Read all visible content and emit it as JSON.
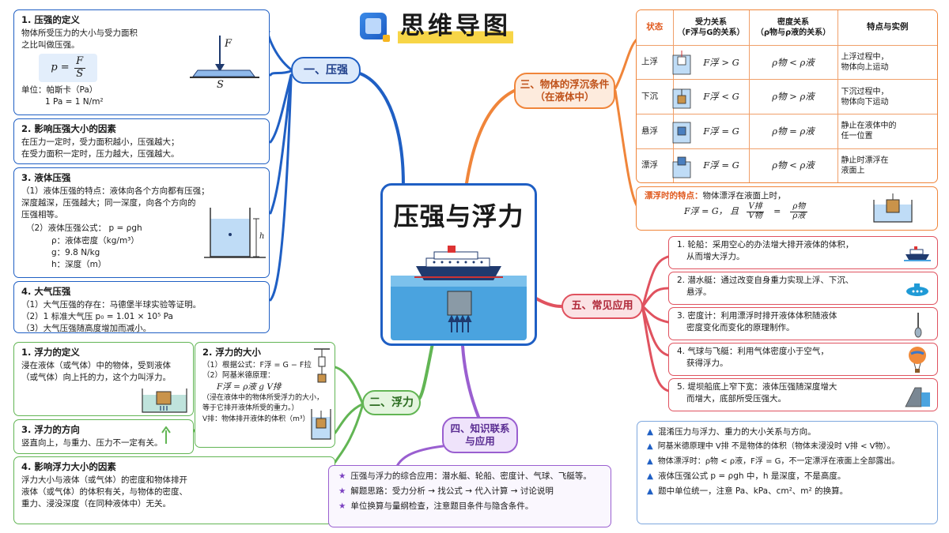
{
  "header": {
    "title": "思维导图"
  },
  "center": {
    "title": "压强与浮力"
  },
  "branches": {
    "b1": "一、压强",
    "b2": "二、浮力",
    "b3": [
      "三、物体的浮沉条件",
      "（在液体中）"
    ],
    "b4": [
      "四、知识联系",
      "与应用"
    ],
    "b5": "五、常见应用"
  },
  "pressure": {
    "def": {
      "title": "1. 压强的定义",
      "text": [
        "物体所受压力的大小与受力面积",
        "之比叫做压强。"
      ],
      "formula_lhs": "p =",
      "formula_num": "F",
      "formula_den": "S",
      "unit": "单位：帕斯卡（Pa）",
      "unit2": "1 Pa = 1 N/m²",
      "label_f": "F",
      "label_s": "S"
    },
    "factors": {
      "title": "2. 影响压强大小的因素",
      "lines": [
        "在压力一定时，受力面积越小，压强越大；",
        "在受力面积一定时，压力越大，压强越大。"
      ]
    },
    "liquid": {
      "title": "3. 液体压强",
      "lines": [
        "（1）液体压强的特点：液体向各个方向都有压强；",
        "深度越深，压强越大；同一深度，向各个方向的",
        "压强相等。"
      ],
      "formula": "（2）液体压强公式： p = ρgh",
      "vars": [
        "ρ：液体密度（kg/m³）",
        "g：9.8 N/kg",
        "h：深度（m）"
      ],
      "label_h": "h"
    },
    "atm": {
      "title": "4. 大气压强",
      "lines": [
        "（1）大气压强的存在：马德堡半球实验等证明。",
        "（2）1 标准大气压 p₀ = 1.01 × 10⁵ Pa",
        "（3）大气压强随高度增加而减小。"
      ]
    }
  },
  "buoyancy": {
    "def": {
      "title": "1. 浮力的定义",
      "lines": [
        "浸在液体（或气体）中的物体，受到液体",
        "（或气体）向上托的力，这个力叫浮力。"
      ]
    },
    "dir": {
      "title": "3. 浮力的方向",
      "lines": [
        "竖直向上，与重力、压力不一定有关。"
      ]
    },
    "size": {
      "title": "2. 浮力的大小",
      "lines": [
        "（1）根据公式：F浮 = G − F拉",
        "（2）阿基米德原理：",
        "F浮 = ρ液 g V排",
        "（浸在液体中的物体所受浮力的大小，",
        "等于它排开液体所受的重力。）",
        "V排：物体排开液体的体积（m³）"
      ]
    },
    "factors": {
      "title": "4. 影响浮力大小的因素",
      "lines": [
        "浮力大小与液体（或气体）的密度和物体排开",
        "液体（或气体）的体积有关，与物体的密度、",
        "重力、浸没深度（在同种液体中）无关。"
      ]
    }
  },
  "float_table": {
    "headers": [
      "状态",
      "受力关系\n（F浮与G的关系）",
      "密度关系\n（ρ物与ρ液的关系）",
      "特点与实例"
    ],
    "rows": [
      {
        "state": "上浮",
        "force": "F浮  >  G",
        "density": "ρ物  <  ρ液",
        "note": "上浮过程中，\n物体向上运动"
      },
      {
        "state": "下沉",
        "force": "F浮  <  G",
        "density": "ρ物  >  ρ液",
        "note": "下沉过程中，\n物体向下运动"
      },
      {
        "state": "悬浮",
        "force": "F浮  =  G",
        "density": "ρ物  =  ρ液",
        "note": "静止在液体中的\n任一位置"
      },
      {
        "state": "漂浮",
        "force": "F浮  =  G",
        "density": "ρ物  <  ρ液",
        "note": "静止时漂浮在\n液面上"
      }
    ],
    "floating": {
      "title": "漂浮时的特点：",
      "text": "物体漂浮在液面上时，",
      "formula": "F浮 = G， 且",
      "frac1_num": "V排",
      "frac1_den": "V物",
      "eq": "=",
      "frac2_num": "ρ物",
      "frac2_den": "ρ液"
    }
  },
  "apps": [
    {
      "lines": [
        "1. 轮船：采用空心的办法增大排开液体的体积，",
        "从而增大浮力。"
      ],
      "icon": "ship-icon"
    },
    {
      "lines": [
        "2. 潜水艇：通过改变自身重力实现上浮、下沉、",
        "悬浮。"
      ],
      "icon": "submarine-icon"
    },
    {
      "lines": [
        "3. 密度计：利用漂浮时排开液体体积随液体",
        "密度变化而变化的原理制作。"
      ],
      "icon": "hydrometer-icon"
    },
    {
      "lines": [
        "4. 气球与飞艇：利用气体密度小于空气，",
        "获得浮力。"
      ],
      "icon": "balloon-icon"
    },
    {
      "lines": [
        "5. 堤坝船底上窄下宽：液体压强随深度增大",
        "而增大，底部所受压强大。"
      ],
      "icon": "dam-icon"
    }
  ],
  "links": [
    "压强与浮力的综合应用：潜水艇、轮船、密度计、气球、飞艇等。",
    "解题思路：受力分析 → 找公式 → 代入计算 → 讨论说明",
    "单位换算与量纲检查，注意题目条件与隐含条件。"
  ],
  "notes": [
    "混淆压力与浮力、重力的大小关系与方向。",
    "阿基米德原理中 V排 不是物体的体积（物体未浸没时 V排 < V物）。",
    "物体漂浮时：ρ物 < ρ液，F浮 = G，不一定漂浮在液面上全部露出。",
    "液体压强公式 p = ρgh 中，h 是深度，不是高度。",
    "题中单位统一，注意 Pa、kPa、cm²、m² 的换算。"
  ],
  "colors": {
    "blue": "#1f5fc4",
    "green": "#62b554",
    "orange": "#f0853a",
    "red": "#e0525f",
    "purple": "#9a5fd0"
  }
}
